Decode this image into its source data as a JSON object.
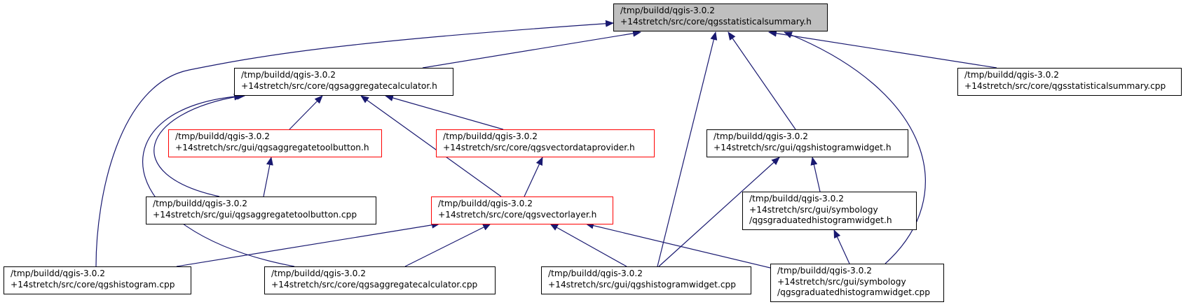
{
  "graph": {
    "edge_color": "#191970",
    "root_fill": "#bfbfbf",
    "truncated_border": "#ff0000",
    "nodes": [
      {
        "id": "n0",
        "lines": [
          "/tmp/buildd/qgis-3.0.2",
          "+14stretch/src/core/qgsstatisticalsummary.h"
        ],
        "root": true
      },
      {
        "id": "n1",
        "lines": [
          "/tmp/buildd/qgis-3.0.2",
          "+14stretch/src/core/qgsaggregatecalculator.h"
        ]
      },
      {
        "id": "n2",
        "lines": [
          "/tmp/buildd/qgis-3.0.2",
          "+14stretch/src/core/qgsstatisticalsummary.cpp"
        ]
      },
      {
        "id": "n3",
        "lines": [
          "/tmp/buildd/qgis-3.0.2",
          "+14stretch/src/gui/qgsaggregatetoolbutton.h"
        ],
        "truncated": true
      },
      {
        "id": "n4",
        "lines": [
          "/tmp/buildd/qgis-3.0.2",
          "+14stretch/src/core/qgsvectordataprovider.h"
        ],
        "truncated": true
      },
      {
        "id": "n5",
        "lines": [
          "/tmp/buildd/qgis-3.0.2",
          "+14stretch/src/gui/qgshistogramwidget.h"
        ]
      },
      {
        "id": "n6",
        "lines": [
          "/tmp/buildd/qgis-3.0.2",
          "+14stretch/src/gui/qgsaggregatetoolbutton.cpp"
        ]
      },
      {
        "id": "n7",
        "lines": [
          "/tmp/buildd/qgis-3.0.2",
          "+14stretch/src/core/qgsvectorlayer.h"
        ],
        "truncated": true
      },
      {
        "id": "n8",
        "lines": [
          "/tmp/buildd/qgis-3.0.2",
          "+14stretch/src/gui/symbology",
          "/qgsgraduatedhistogramwidget.h"
        ]
      },
      {
        "id": "n9",
        "lines": [
          "/tmp/buildd/qgis-3.0.2",
          "+14stretch/src/core/qgshistogram.cpp"
        ]
      },
      {
        "id": "n10",
        "lines": [
          "/tmp/buildd/qgis-3.0.2",
          "+14stretch/src/core/qgsaggregatecalculator.cpp"
        ]
      },
      {
        "id": "n11",
        "lines": [
          "/tmp/buildd/qgis-3.0.2",
          "+14stretch/src/gui/qgshistogramwidget.cpp"
        ]
      },
      {
        "id": "n12",
        "lines": [
          "/tmp/buildd/qgis-3.0.2",
          "+14stretch/src/gui/symbology",
          "/qgsgraduatedhistogramwidget.cpp"
        ]
      }
    ],
    "edges": [
      {
        "from": "n1",
        "to": "n0"
      },
      {
        "from": "n2",
        "to": "n0"
      },
      {
        "from": "n5",
        "to": "n0"
      },
      {
        "from": "n9",
        "to": "n0"
      },
      {
        "from": "n11",
        "to": "n0"
      },
      {
        "from": "n12",
        "to": "n0"
      },
      {
        "from": "n3",
        "to": "n1"
      },
      {
        "from": "n4",
        "to": "n1"
      },
      {
        "from": "n6",
        "to": "n1"
      },
      {
        "from": "n7",
        "to": "n1"
      },
      {
        "from": "n10",
        "to": "n1"
      },
      {
        "from": "n6",
        "to": "n3"
      },
      {
        "from": "n7",
        "to": "n4"
      },
      {
        "from": "n8",
        "to": "n5"
      },
      {
        "from": "n11",
        "to": "n5"
      },
      {
        "from": "n9",
        "to": "n7"
      },
      {
        "from": "n10",
        "to": "n7"
      },
      {
        "from": "n11",
        "to": "n7"
      },
      {
        "from": "n12",
        "to": "n7"
      },
      {
        "from": "n12",
        "to": "n8"
      }
    ]
  }
}
